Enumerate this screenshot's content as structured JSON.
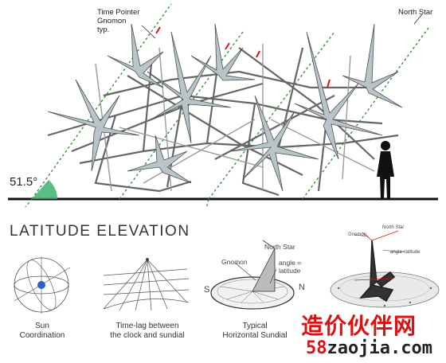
{
  "top": {
    "time_pointer_label": [
      "Time Pointer",
      "Gnomon",
      "typ."
    ],
    "north_star_label": "North Star",
    "angle_label": "51.5°"
  },
  "section_heading": "LATITUDE ELEVATION",
  "diagrams": [
    {
      "caption": [
        "Sun",
        "Coordination"
      ]
    },
    {
      "caption": [
        "Time-lag between",
        "the clock and sundial"
      ]
    },
    {
      "caption": [
        "Typical",
        "Horizontal Sundial"
      ],
      "labels": {
        "north_star": "North Star",
        "gnomon": "Gnomon",
        "angle": [
          "angle =",
          "latitude"
        ],
        "south": "S",
        "north": "N"
      }
    },
    {
      "labels": {
        "north_star": "North Star",
        "gnomon": "Gnomon",
        "angle": "angle=latitude"
      }
    }
  ],
  "watermark": {
    "chinese": "造价伙伴网",
    "prefix": "58",
    "domain": "zaojia.com"
  },
  "colors": {
    "guide_line": "#2e8b2e",
    "angle_fill": "#3cb371",
    "accent_red": "#d11",
    "sphere_dot": "#2a62c9"
  }
}
